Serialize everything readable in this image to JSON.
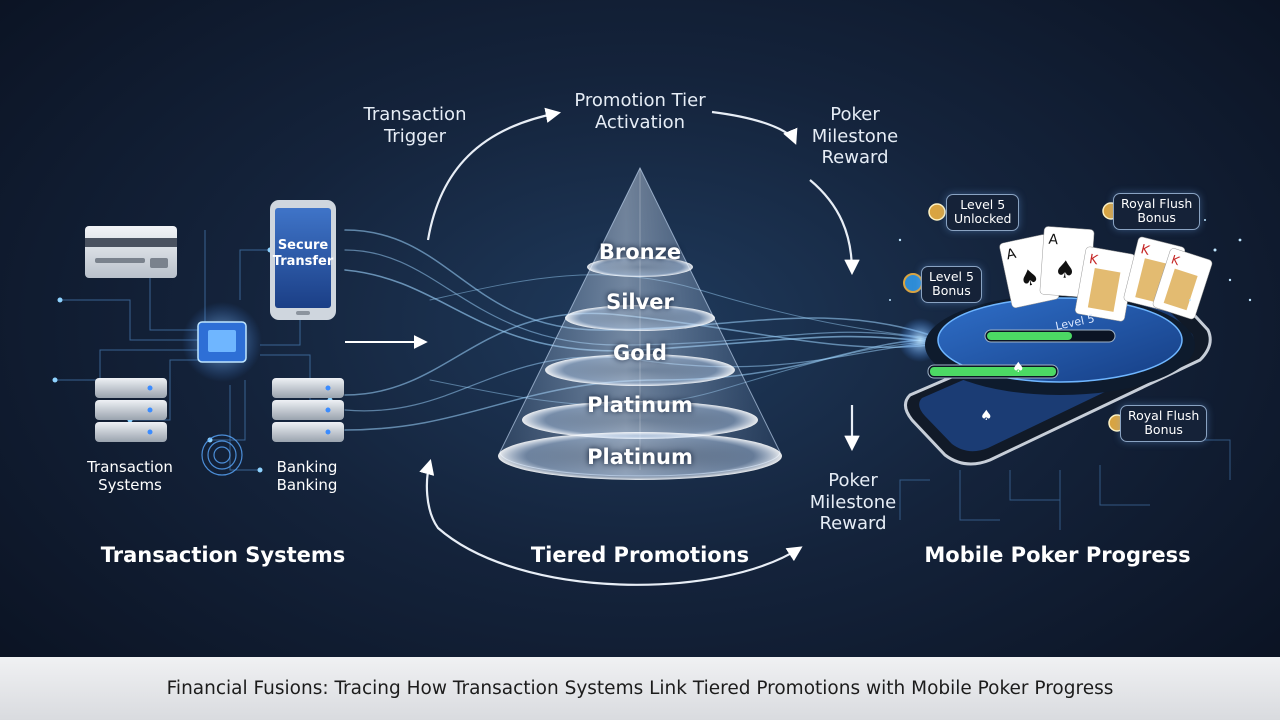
{
  "steps": {
    "transaction_trigger": "Transaction\nTrigger",
    "promotion_tier_activation": "Promotion Tier\nActivation",
    "poker_milestone_top": "Poker\nMilestone\nReward",
    "poker_milestone_bottom": "Poker\nMilestone\nReward"
  },
  "left": {
    "phone_text": "Secure\nTransfer",
    "servers_left_label": "Transaction\nSystems",
    "servers_right_label": "Banking\nBanking"
  },
  "tiers": [
    "Bronze",
    "Silver",
    "Gold",
    "Platinum",
    "Platinum"
  ],
  "sections": {
    "left": "Transaction Systems",
    "center": "Tiered Promotions",
    "right": "Mobile Poker Progress"
  },
  "badges": {
    "level5_unlocked": "Level 5\nUnlocked",
    "royal_flush_top": "Royal Flush\nBonus",
    "level5_bonus": "Level 5\nBonus",
    "royal_flush_bottom": "Royal Flush\nBonus"
  },
  "table": {
    "level_text": "Level 5"
  },
  "footer": {
    "caption": "Financial Fusions: Tracing How Transaction Systems Link Tiered Promotions with Mobile Poker Progress"
  },
  "colors": {
    "background": "#14233b",
    "glow": "#8fd3ff",
    "progress_green": "#4cd964",
    "footer_bg": "#e6e7ea"
  }
}
